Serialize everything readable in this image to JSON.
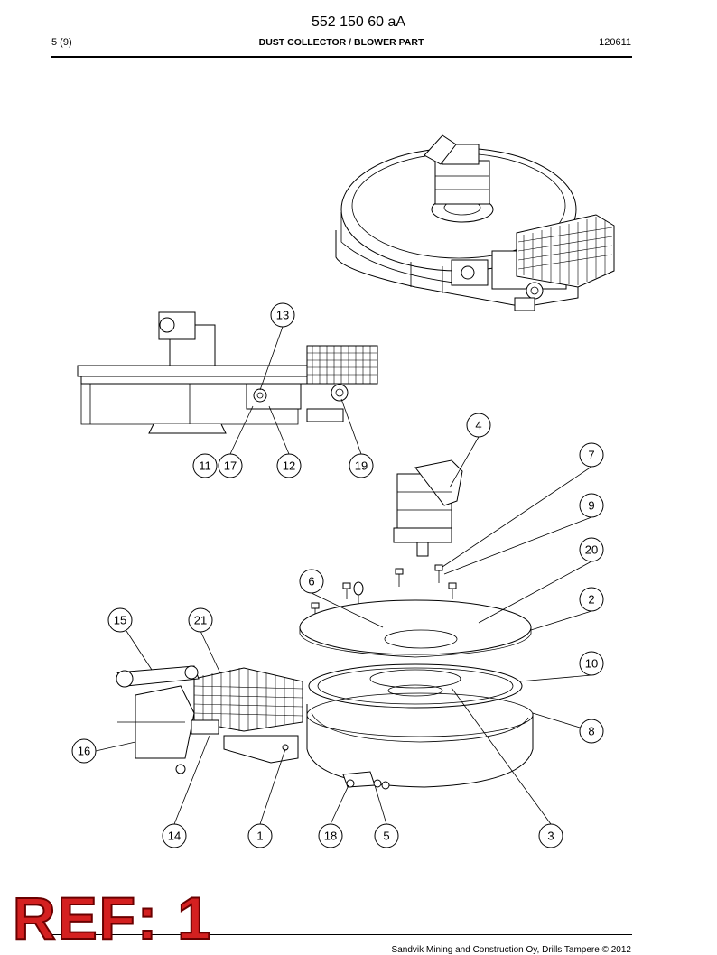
{
  "header": {
    "document_number": "552 150 60 aA",
    "page": "5 (9)",
    "title": "DUST COLLECTOR / BLOWER PART",
    "date_code": "120611"
  },
  "footer": {
    "copyright": "Sandvik Mining and Construction Oy, Drills Tampere © 2012"
  },
  "watermark": {
    "text": "REF: 1"
  },
  "callouts": [
    {
      "id": "c13",
      "label": "13"
    },
    {
      "id": "c11",
      "label": "11"
    },
    {
      "id": "c17",
      "label": "17"
    },
    {
      "id": "c12",
      "label": "12"
    },
    {
      "id": "c19",
      "label": "19"
    },
    {
      "id": "c4",
      "label": "4"
    },
    {
      "id": "c7",
      "label": "7"
    },
    {
      "id": "c9",
      "label": "9"
    },
    {
      "id": "c20",
      "label": "20"
    },
    {
      "id": "c6",
      "label": "6"
    },
    {
      "id": "c2",
      "label": "2"
    },
    {
      "id": "c15",
      "label": "15"
    },
    {
      "id": "c21",
      "label": "21"
    },
    {
      "id": "c10",
      "label": "10"
    },
    {
      "id": "c8",
      "label": "8"
    },
    {
      "id": "c16",
      "label": "16"
    },
    {
      "id": "c14",
      "label": "14"
    },
    {
      "id": "c1",
      "label": "1"
    },
    {
      "id": "c18",
      "label": "18"
    },
    {
      "id": "c5",
      "label": "5"
    },
    {
      "id": "c3",
      "label": "3"
    }
  ]
}
